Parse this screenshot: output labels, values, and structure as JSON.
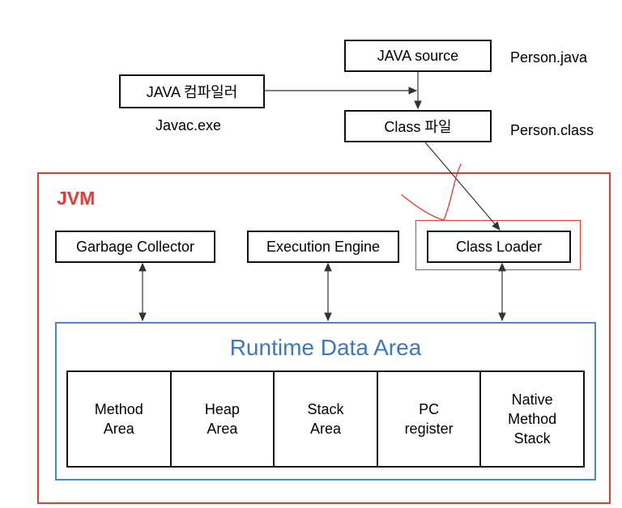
{
  "top_flow": {
    "java_source": "JAVA source",
    "person_java": "Person.java",
    "compiler": "JAVA 컴파일러",
    "javac": "Javac.exe",
    "class_file": "Class 파일",
    "person_class": "Person.class"
  },
  "jvm": {
    "title": "JVM",
    "garbage_collector": "Garbage Collector",
    "execution_engine": "Execution Engine",
    "class_loader": "Class Loader"
  },
  "runtime_data_area": {
    "title": "Runtime Data Area",
    "cells": [
      "Method\nArea",
      "Heap\nArea",
      "Stack\nArea",
      "PC\nregister",
      "Native\nMethod\nStack"
    ]
  },
  "colors": {
    "jvm_border": "#e53935",
    "runtime_border": "#4a86c8",
    "runtime_title": "#3d78bd",
    "annotation": "#e53935"
  }
}
